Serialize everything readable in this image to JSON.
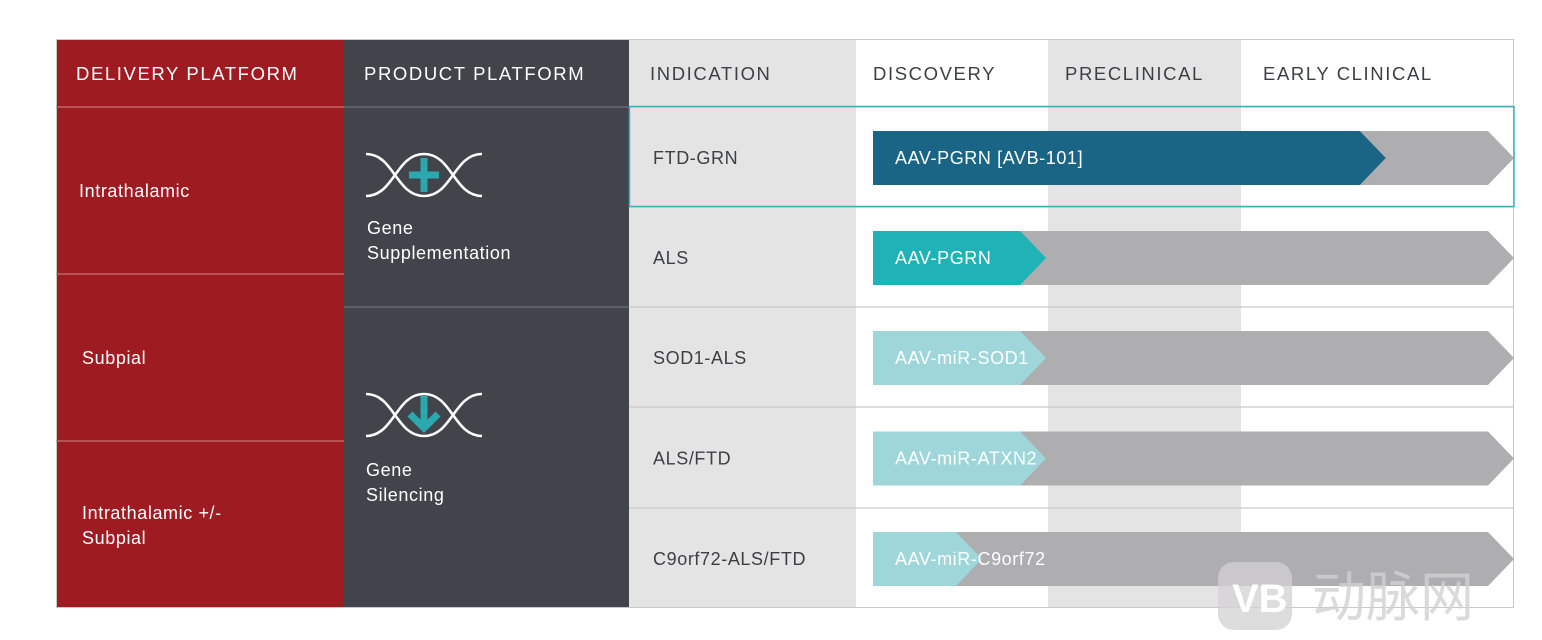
{
  "header": {
    "delivery_platform": "DELIVERY PLATFORM",
    "product_platform": "PRODUCT PLATFORM",
    "indication": "INDICATION",
    "stages": [
      "DISCOVERY",
      "PRECLINICAL",
      "EARLY CLINICAL"
    ]
  },
  "delivery_platforms": [
    "Intrathalamic",
    "Subpial",
    "Intrathalamic +/- Subpial"
  ],
  "product_platforms": [
    {
      "line1": "Gene",
      "line2": "Supplementation",
      "icon": "dna-plus-icon"
    },
    {
      "line1": "Gene",
      "line2": "Silencing",
      "icon": "dna-down-arrow-icon"
    }
  ],
  "chart_data": {
    "type": "bar",
    "orientation": "horizontal",
    "stages": [
      "DISCOVERY",
      "PRECLINICAL",
      "EARLY CLINICAL"
    ],
    "rows": [
      {
        "indication": "FTD-GRN",
        "program": "AAV-PGRN [AVB-101]",
        "progress_stage": "EARLY CLINICAL",
        "progress_fraction": 0.8,
        "color": "#1a6585",
        "highlighted": true
      },
      {
        "indication": "ALS",
        "program": "AAV-PGRN",
        "progress_stage": "DISCOVERY",
        "progress_fraction": 0.27,
        "color": "#1fb2b6",
        "highlighted": false
      },
      {
        "indication": "SOD1-ALS",
        "program": "AAV-miR-SOD1",
        "progress_stage": "DISCOVERY",
        "progress_fraction": 0.27,
        "color": "#9ed6d9",
        "highlighted": false
      },
      {
        "indication": "ALS/FTD",
        "program": "AAV-miR-ATXN2",
        "progress_stage": "DISCOVERY",
        "progress_fraction": 0.27,
        "color": "#9ed6d9",
        "highlighted": false
      },
      {
        "indication": "C9orf72-ALS/FTD",
        "program": "AAV-miR-C9orf72",
        "progress_stage": "DISCOVERY",
        "progress_fraction": 0.17,
        "color": "#9ed6d9",
        "highlighted": false
      }
    ],
    "colors": {
      "delivery": "#9d1b21",
      "product": "#41444b",
      "track": "#aeadaf",
      "band_light": "#e5e4e5",
      "highlight_border": "#3fb0b6"
    }
  },
  "watermark": {
    "text": "动脉网"
  }
}
